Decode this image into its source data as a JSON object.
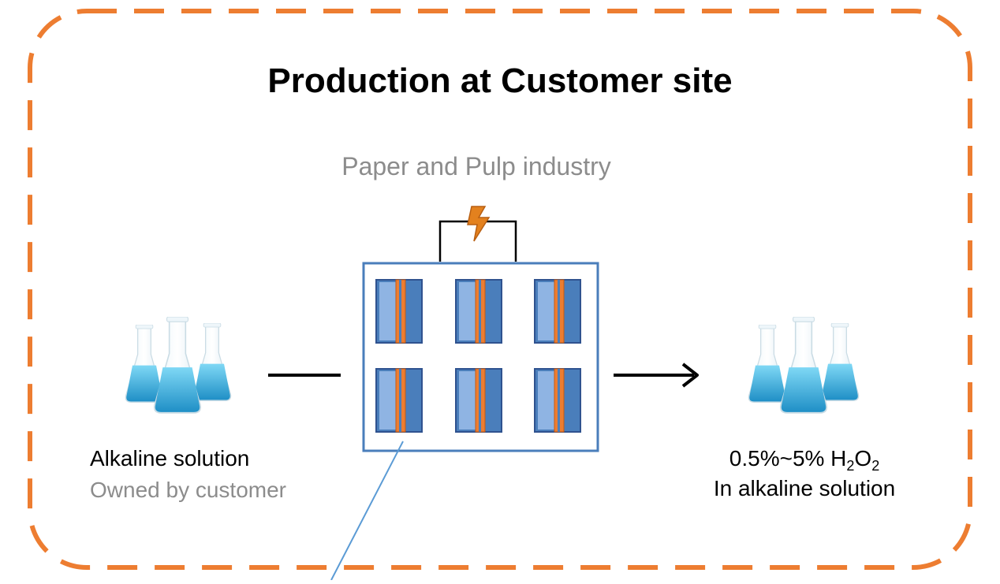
{
  "diagram": {
    "title": "Production at Customer site",
    "subtitle": "Paper and Pulp industry",
    "input": {
      "label": "Alkaline solution",
      "owner": "Owned by customer",
      "icon": "flasks-icon"
    },
    "output": {
      "concentration_prefix": "0.5%~5% H",
      "sub_a": "2",
      "mid": "O",
      "sub_b": "2",
      "label": "In alkaline solution",
      "icon": "flasks-icon"
    },
    "colors": {
      "frame": "#ED7D31",
      "cell_light": "#8FB4E3",
      "cell_dark": "#4A7EBB",
      "cell_border": "#2F528F",
      "membrane": "#ED7D31",
      "liquid": "#3FB6E0",
      "pointer_line": "#5B9BD5"
    }
  }
}
